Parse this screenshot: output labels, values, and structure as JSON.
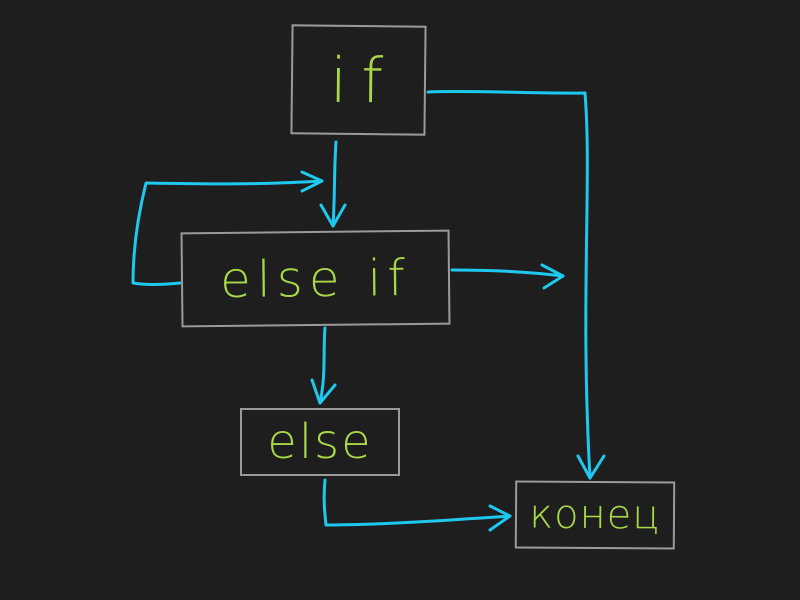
{
  "nodes": {
    "if": {
      "label": "if"
    },
    "else_if": {
      "label": "else if"
    },
    "else": {
      "label": "else"
    },
    "end": {
      "label": "конец"
    }
  },
  "colors": {
    "background": "#1e1e1e",
    "box_border": "#9a9a9a",
    "text": "#a8d848",
    "arrow": "#1ec8ee"
  }
}
